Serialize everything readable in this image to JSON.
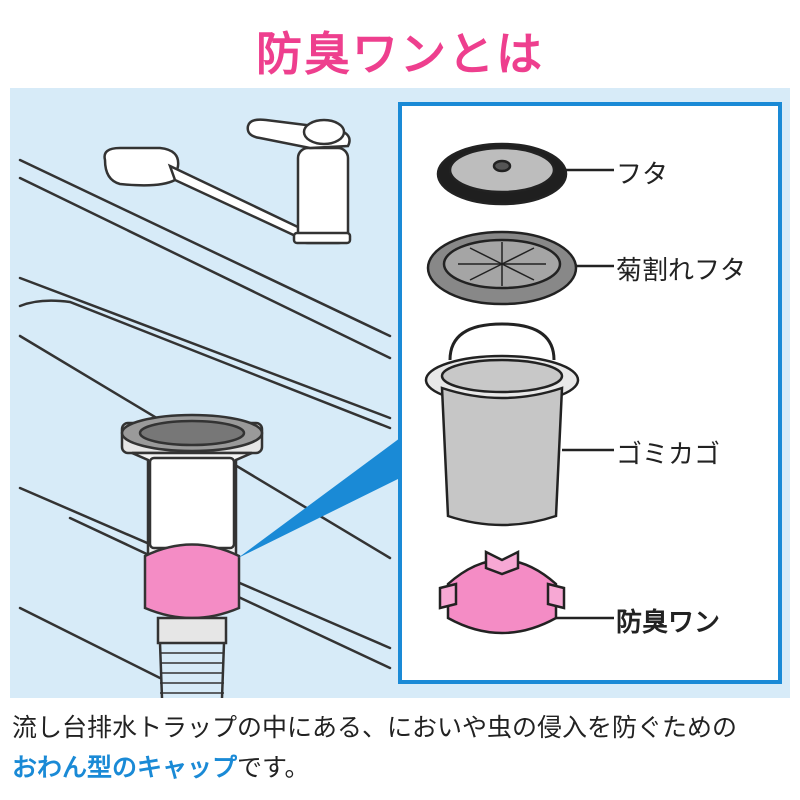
{
  "title": "防臭ワンとは",
  "parts": [
    {
      "label": "フタ"
    },
    {
      "label": "菊割れフタ"
    },
    {
      "label": "ゴミカゴ"
    },
    {
      "label": "防臭ワン"
    }
  ],
  "description": {
    "line1": "流し台排水トラップの中にある、においや虫の侵入を防ぐための",
    "line2_highlight": "おわん型のキャップ",
    "line2_rest": "です。"
  },
  "colors": {
    "title": "#ee3f8e",
    "panel_bg": "#d7ebf8",
    "frame": "#1a8ad6",
    "highlight": "#1a8ad6",
    "cap": "#f48cc5"
  }
}
